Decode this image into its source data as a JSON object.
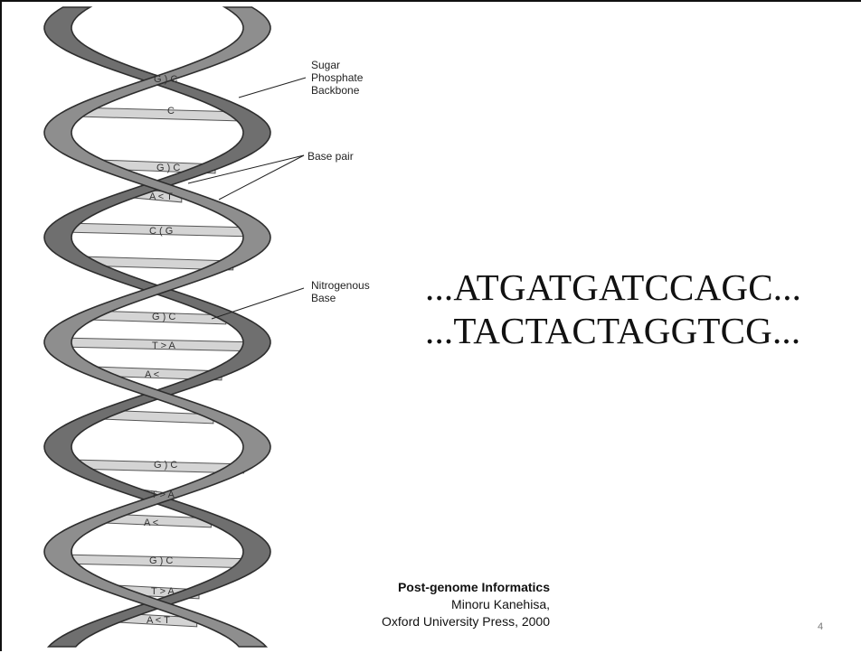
{
  "labels": {
    "backbone": [
      "Sugar",
      "Phosphate",
      "Backbone"
    ],
    "base_pair": "Base pair",
    "nitrogenous": [
      "Nitrogenous",
      "Base"
    ]
  },
  "base_pairs": [
    "G ) C",
    "C",
    "G ) C",
    "A < T",
    "C ( G",
    "G ) C",
    "T > A",
    "A <",
    "G ) C",
    "T > A",
    "A <",
    "G ) C",
    "T > A",
    "A < T"
  ],
  "sequence": {
    "strand_top": "...ATGATGATCCAGC...",
    "strand_bottom": "...TACTACTAGGTCG..."
  },
  "citation": {
    "title": "Post-genome Informatics",
    "author": "Minoru Kanehisa,",
    "publisher": "Oxford University Press, 2000"
  },
  "page_number": "4",
  "colors": {
    "ribbon": "#8e8e8e",
    "ribbon_edge": "#2e2e2e",
    "rung": "#d4d4d4"
  }
}
